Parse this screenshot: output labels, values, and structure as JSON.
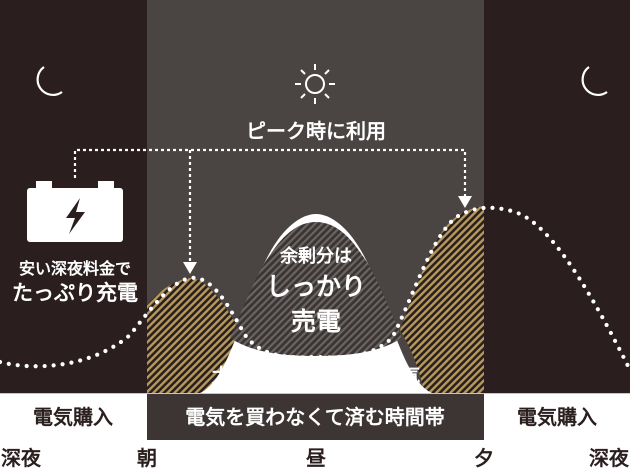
{
  "labels": {
    "peak_use": "ピーク時に利用",
    "cheap_night_1": "安い深夜料金で",
    "cheap_night_2": "たっぷり充電",
    "surplus_1": "余剰分は",
    "surplus_2": "しっかり",
    "surplus_3": "売電",
    "solar_covers": "太陽光でまかなえる電気"
  },
  "bands": {
    "left": "電気購入",
    "middle": "電気を買わなくて済む時間帯",
    "right": "電気購入"
  },
  "time_axis": [
    "深夜",
    "朝",
    "昼",
    "夕",
    "深夜"
  ],
  "icons": {
    "left": "moon-icon",
    "center": "sun-icon",
    "right": "moon-icon",
    "battery": "battery-icon"
  },
  "colors": {
    "night": "#2a1f1e",
    "day": "#4a4443",
    "band_dark": "#3d3534",
    "band_light": "#ffffff",
    "accent": "#b69a5c"
  }
}
